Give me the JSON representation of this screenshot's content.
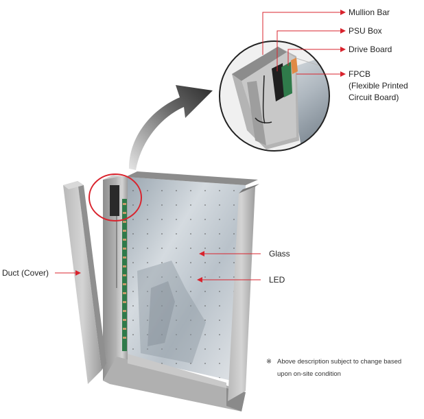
{
  "labels": {
    "mullion_bar": "Mullion Bar",
    "psu_box": "PSU Box",
    "drive_board": "Drive Board",
    "fpcb_line1": "FPCB",
    "fpcb_line2": "(Flexible Printed",
    "fpcb_line3": "Circuit Board)",
    "glass": "Glass",
    "led": "LED",
    "duct_cover": "Duct (Cover)"
  },
  "note": {
    "symbol": "※",
    "line1": "Above description subject to change based",
    "line2": "upon on-site condition"
  },
  "colors": {
    "leader": "#d9232d",
    "highlight_circle": "#d9232d",
    "frame": "#a9a9a9",
    "glass": "#c4ccd3",
    "pcb": "#2f7a4a",
    "psu": "#2a2a2a"
  }
}
